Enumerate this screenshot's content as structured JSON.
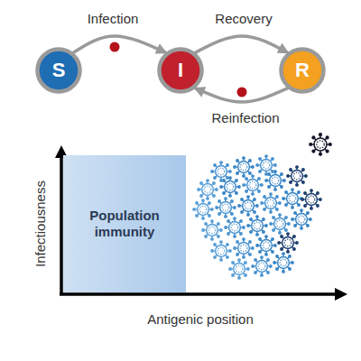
{
  "diagram": {
    "nodes": [
      {
        "text": [
          "S"
        ]
      },
      {
        "text": [
          "I"
        ]
      },
      {
        "text": [
          "R"
        ]
      },
      {
        "text": [
          "Population immunity"
        ]
      }
    ],
    "edges": [
      {
        "from": 0,
        "to": 1,
        "label": "Infection",
        "arrow": "to"
      },
      {
        "from": 1,
        "to": 2,
        "label": "Recovery",
        "arrow": "to"
      },
      {
        "from": 2,
        "to": 1,
        "label": "Reinfection",
        "arrow": "to"
      }
    ],
    "labels": [
      "Infectiousness",
      "Antigenic position"
    ]
  }
}
